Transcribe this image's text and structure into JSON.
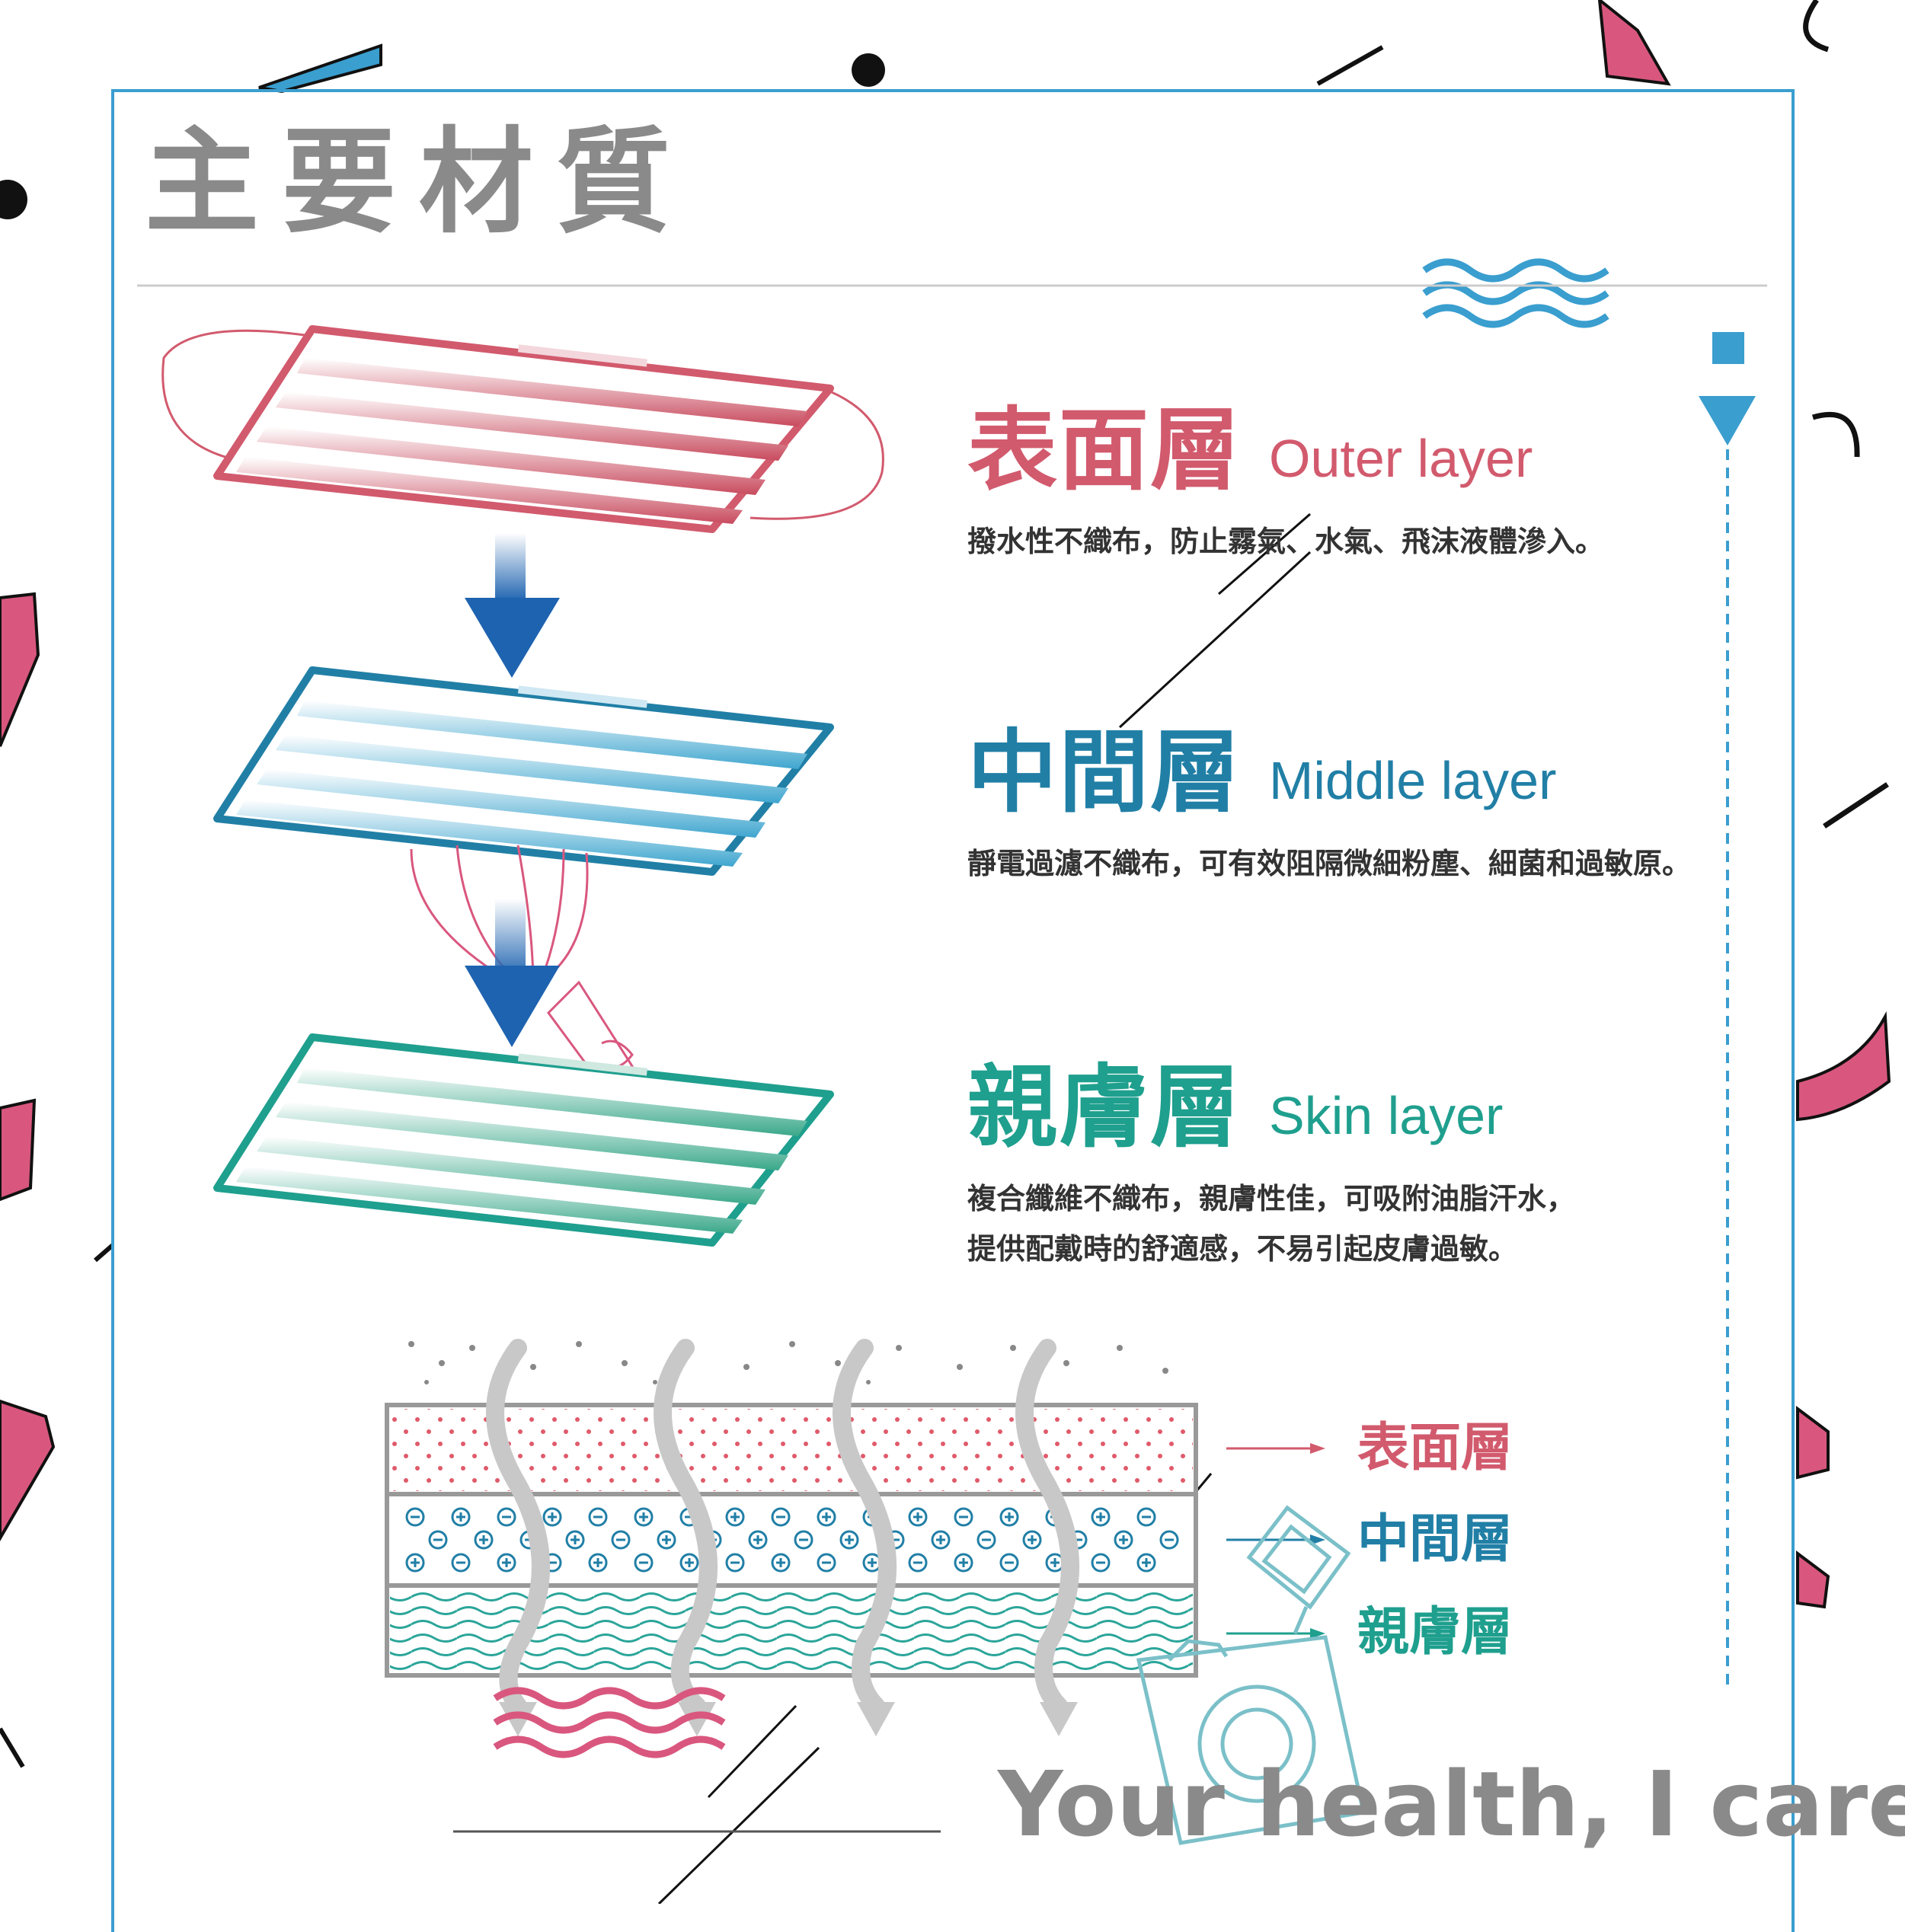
{
  "title": "主要材質",
  "layers": [
    {
      "name_zh": "表面層",
      "name_en": "Outer layer",
      "color": "#d25a6d",
      "desc": [
        "撥水性不織布，防止霧氣、水氣、飛沫液體滲入。"
      ]
    },
    {
      "name_zh": "中間層",
      "name_en": "Middle layer",
      "color": "#217fa6",
      "desc": [
        "靜電過濾不織布，可有效阻隔微細粉塵、細菌和過敏原。"
      ]
    },
    {
      "name_zh": "親膚層",
      "name_en": "Skin layer",
      "color": "#1f9f8e",
      "desc": [
        "複合纖維不織布，親膚性佳，可吸附油脂汗水，",
        "提供配戴時的舒適感，不易引起皮膚過敏。"
      ]
    }
  ],
  "cross_section_labels": [
    "表面層",
    "中間層",
    "親膚層"
  ],
  "slogan": "Your health, I care.",
  "colors": {
    "frame": "#3a9ecf",
    "outer": "#d25a6d",
    "middle": "#217fa6",
    "skin": "#1f9f8e",
    "arrow": "#c8c8c8",
    "deco_pink": "#d9577e"
  }
}
